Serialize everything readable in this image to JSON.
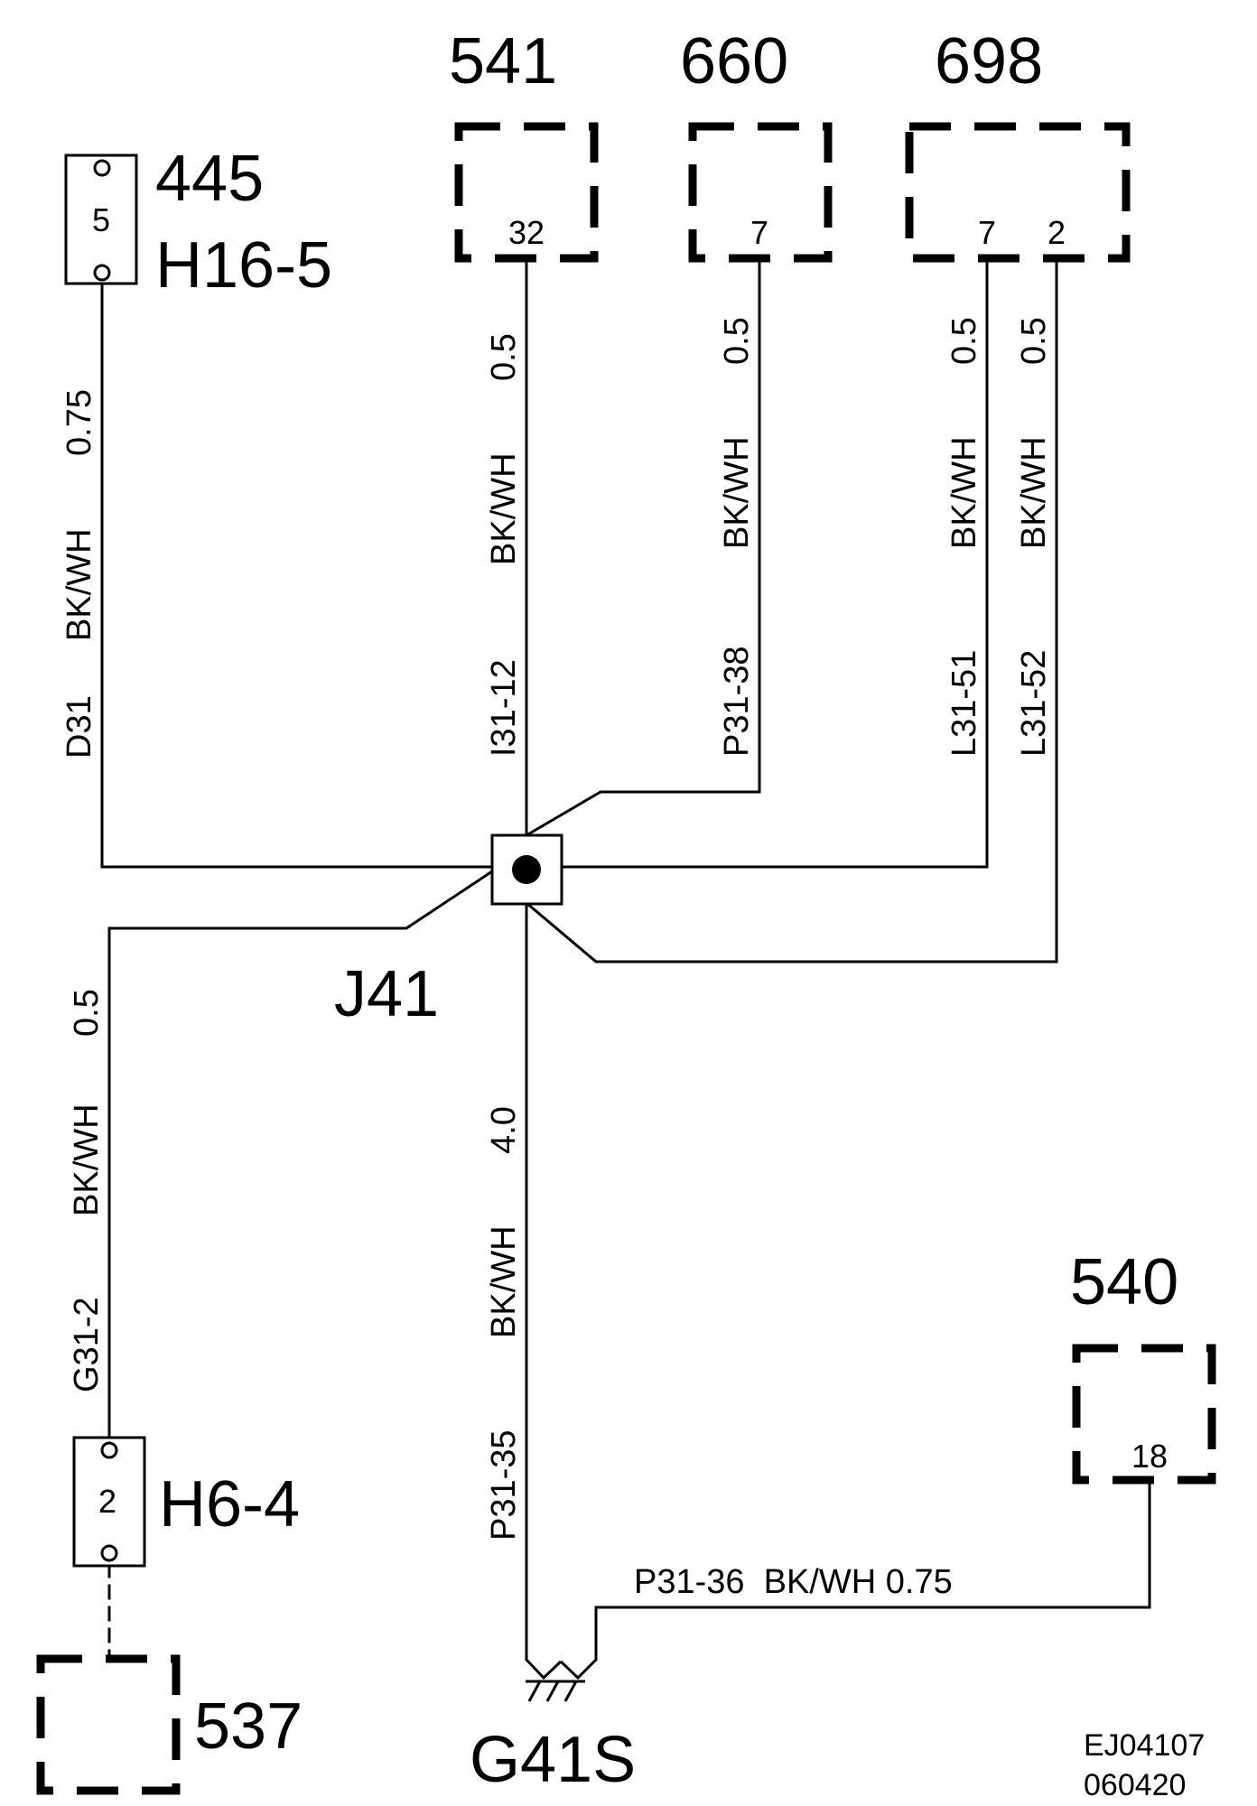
{
  "components": {
    "c445": {
      "ref": "445",
      "loc": "H16-5",
      "pin": "5"
    },
    "c541": {
      "ref": "541",
      "pin": "32"
    },
    "c660": {
      "ref": "660",
      "pin": "7"
    },
    "c698": {
      "ref": "698",
      "pin_a": "7",
      "pin_b": "2"
    },
    "c540": {
      "ref": "540",
      "pin": "18"
    },
    "c537": {
      "ref": "537"
    },
    "h64": {
      "loc": "H6-4",
      "pin": "2"
    },
    "j41": {
      "ref": "J41"
    },
    "g41s": {
      "ref": "G41S"
    }
  },
  "wires": {
    "d31": {
      "circuit": "D31",
      "color": "BK/WH",
      "size": "0.75"
    },
    "i3112": {
      "circuit": "I31-12",
      "color": "BK/WH",
      "size": "0.5"
    },
    "p3138": {
      "circuit": "P31-38",
      "color": "BK/WH",
      "size": "0.5"
    },
    "l3151": {
      "circuit": "L31-51",
      "color": "BK/WH",
      "size": "0.5"
    },
    "l3152": {
      "circuit": "L31-52",
      "color": "BK/WH",
      "size": "0.5"
    },
    "g312": {
      "circuit": "G31-2",
      "color": "BK/WH",
      "size": "0.5"
    },
    "p3135": {
      "circuit": "P31-35",
      "color": "BK/WH",
      "size": "4.0"
    },
    "p3136": {
      "label": "P31-36  BK/WH 0.75"
    }
  },
  "footer": {
    "code1": "EJ04107",
    "code2": "060420"
  }
}
